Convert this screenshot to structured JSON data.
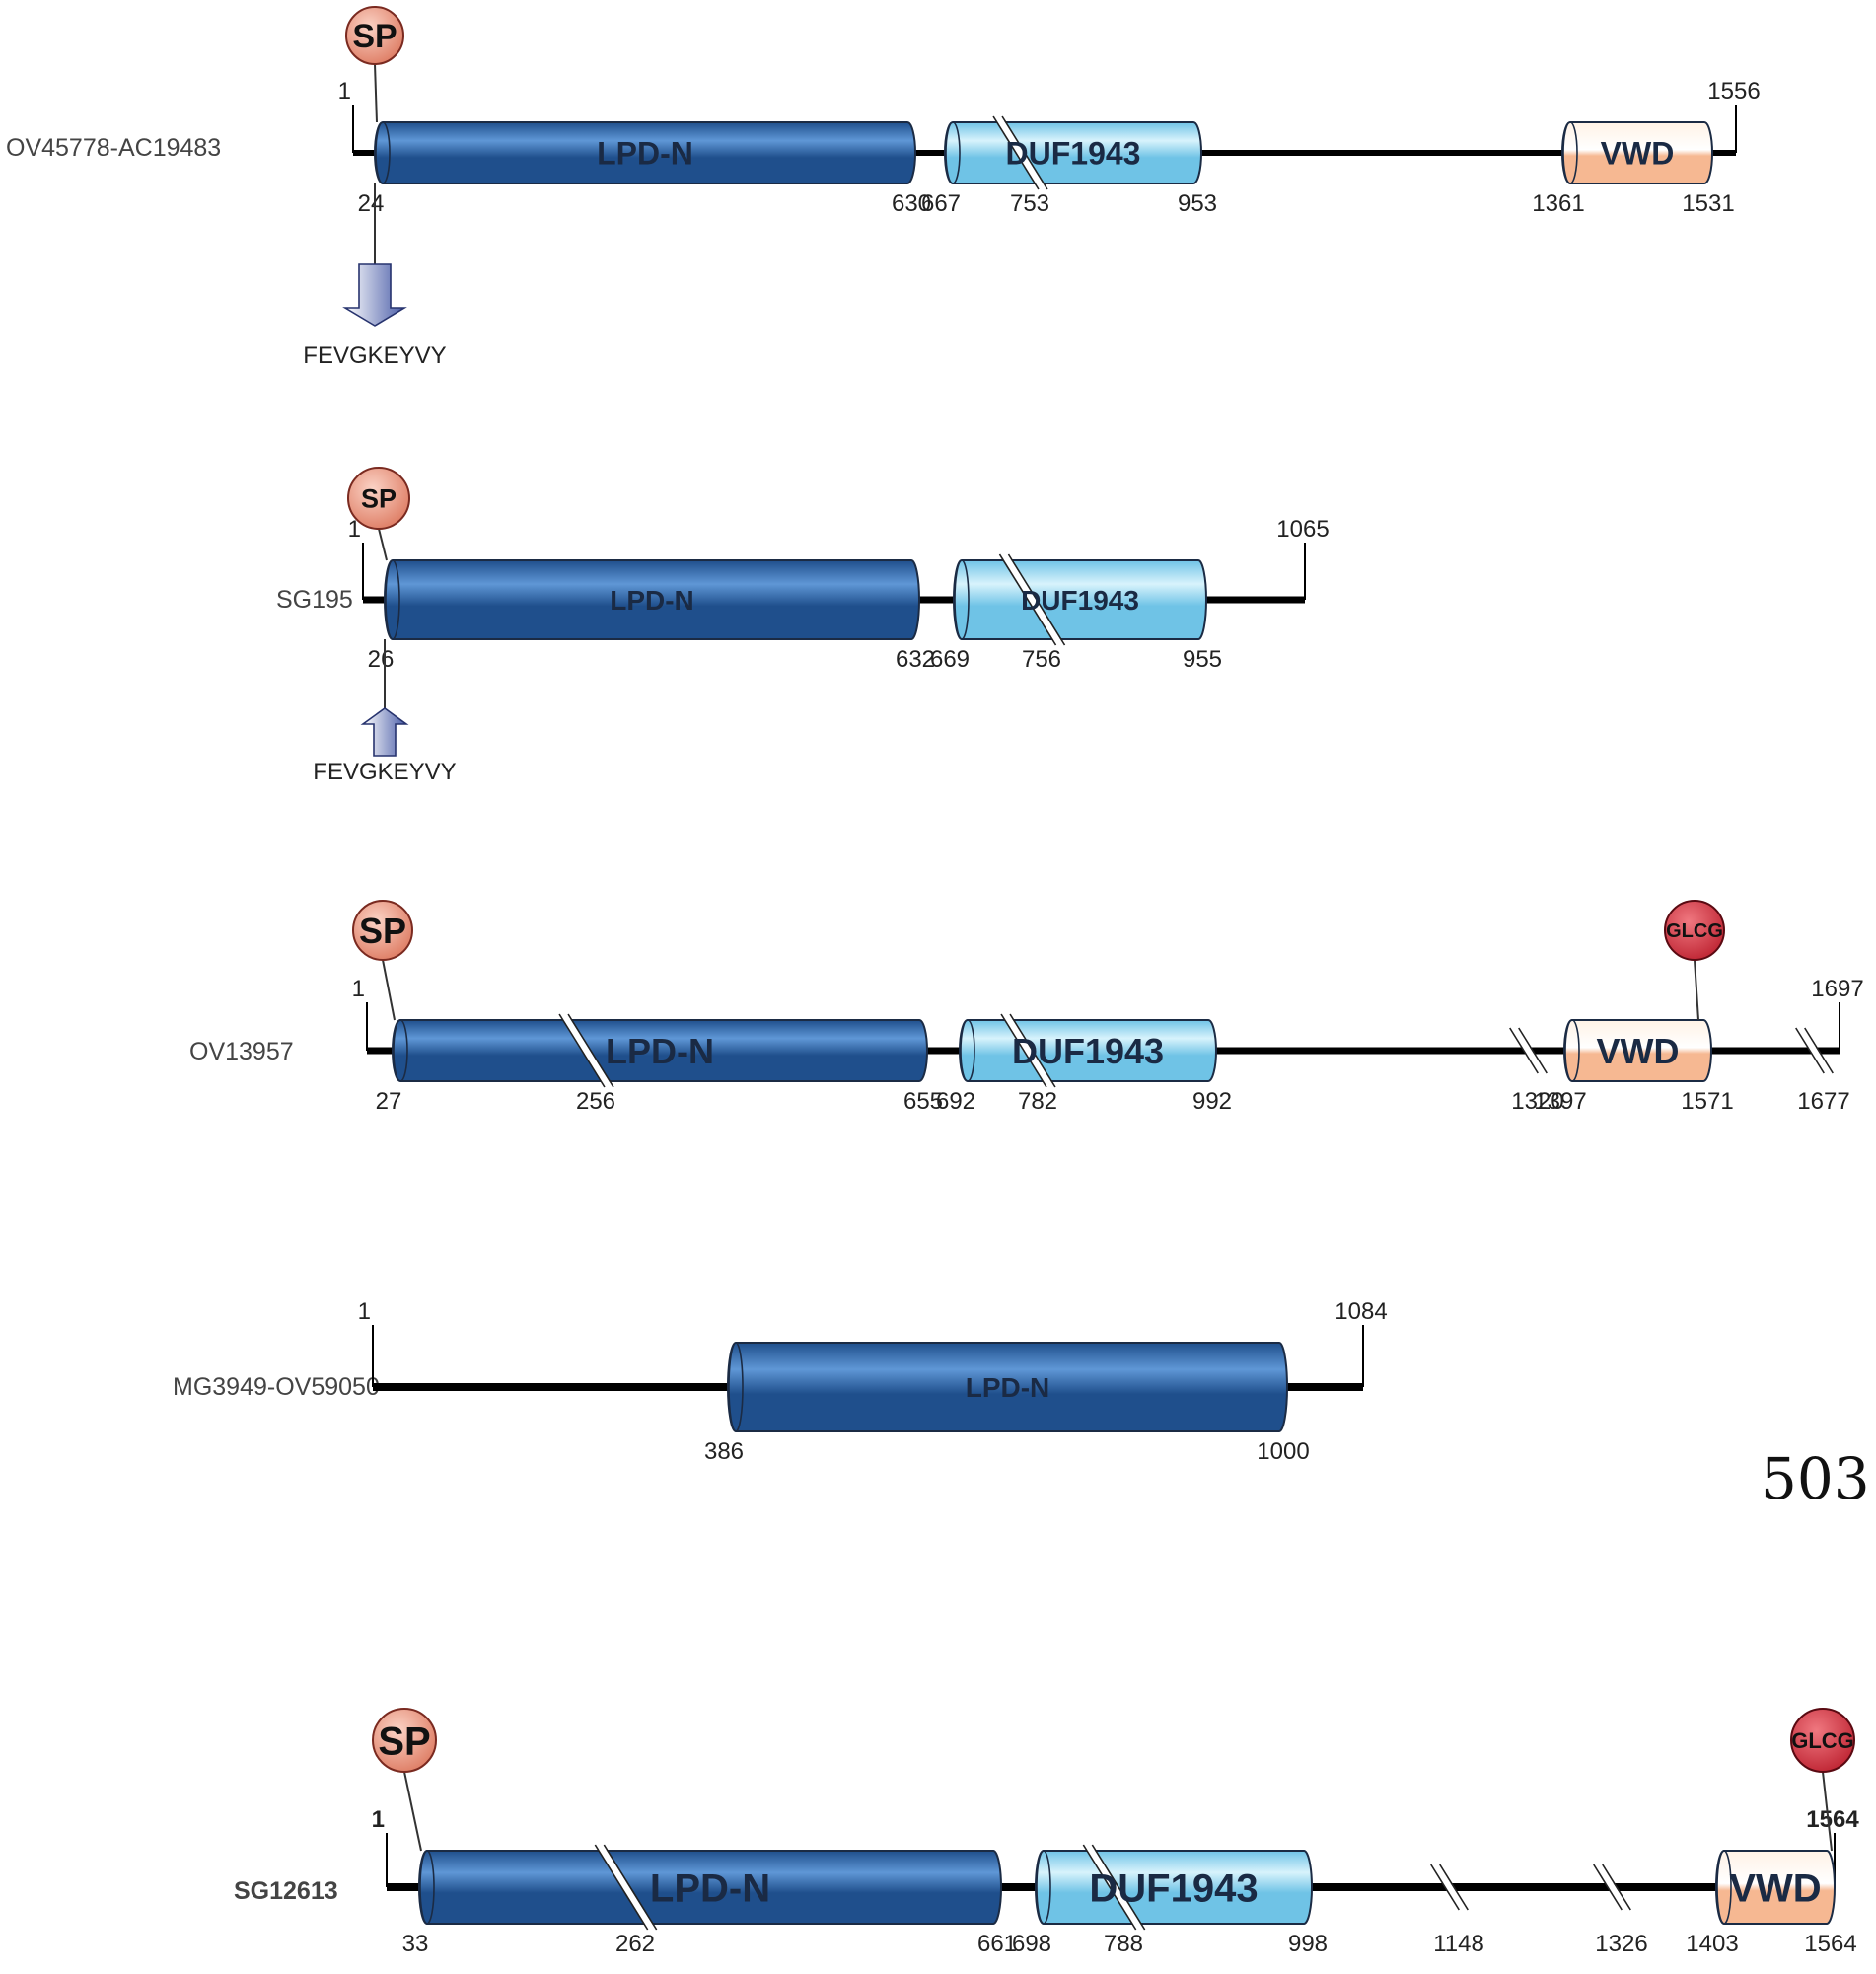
{
  "proteins": [
    {
      "name": "OV45778-AC19483",
      "start": "1",
      "end": "1556",
      "domains": [
        {
          "type": "LPD-N",
          "label": "LPD-N",
          "start": "24",
          "end": "630"
        },
        {
          "type": "DUF1943",
          "label": "DUF1943",
          "start": "667",
          "end": "953",
          "breaks": [
            "753"
          ]
        },
        {
          "type": "VWD",
          "label": "VWD",
          "start": "1361",
          "end": "1531"
        }
      ],
      "line_breaks": [],
      "sp": {
        "label": "SP"
      },
      "glcg": null,
      "motif": {
        "label": "FEVGKEYVY",
        "direction": "down"
      }
    },
    {
      "name": "SG195",
      "start": "1",
      "end": "1065",
      "domains": [
        {
          "type": "LPD-N",
          "label": "LPD-N",
          "start": "26",
          "end": "632"
        },
        {
          "type": "DUF1943",
          "label": "DUF1943",
          "start": "669",
          "end": "955",
          "breaks": [
            "756"
          ]
        }
      ],
      "line_breaks": [],
      "sp": {
        "label": "SP"
      },
      "glcg": null,
      "motif": {
        "label": "FEVGKEYVY",
        "direction": "up"
      }
    },
    {
      "name": "OV13957",
      "start": "1",
      "end": "1697",
      "domains": [
        {
          "type": "LPD-N",
          "label": "LPD-N",
          "start": "27",
          "end": "655",
          "breaks": [
            "256"
          ]
        },
        {
          "type": "DUF1943",
          "label": "DUF1943",
          "start": "692",
          "end": "992",
          "breaks": [
            "782"
          ]
        },
        {
          "type": "VWD",
          "label": "VWD",
          "start": "1397",
          "end": "1571"
        }
      ],
      "line_breaks": [
        "1320",
        "1677"
      ],
      "sp": {
        "label": "SP"
      },
      "glcg": {
        "label": "GLCG"
      },
      "motif": null
    },
    {
      "name": "MG3949-OV59050",
      "start": "1",
      "end": "1084",
      "domains": [
        {
          "type": "LPD-N",
          "label": "LPD-N",
          "start": "386",
          "end": "1000"
        }
      ],
      "line_breaks": [],
      "sp": null,
      "glcg": null,
      "motif": null
    },
    {
      "name": "SG12613",
      "start": "1",
      "end": "1564",
      "domains": [
        {
          "type": "LPD-N",
          "label": "LPD-N",
          "start": "33",
          "end": "661",
          "breaks": [
            "262"
          ]
        },
        {
          "type": "DUF1943",
          "label": "DUF1943",
          "start": "698",
          "end": "998",
          "breaks": [
            "788"
          ]
        },
        {
          "type": "VWD",
          "label": "VWD",
          "start": "1403",
          "end": "1564"
        }
      ],
      "line_breaks": [
        "1148",
        "1326"
      ],
      "sp": {
        "label": "SP"
      },
      "glcg": {
        "label": "GLCG"
      },
      "motif": null
    }
  ],
  "colors": {
    "lpd_dark": "#1f4f8c",
    "lpd_light": "#5f97d6",
    "duf_dark": "#6fc3e6",
    "duf_light": "#d8f3fc",
    "vwd_dark": "#f6b892",
    "vwd_light": "#fff2e6",
    "sp_fill": "#e0826a",
    "glcg_fill": "#c22a38",
    "backbone": "#000000"
  },
  "page_number": "503"
}
